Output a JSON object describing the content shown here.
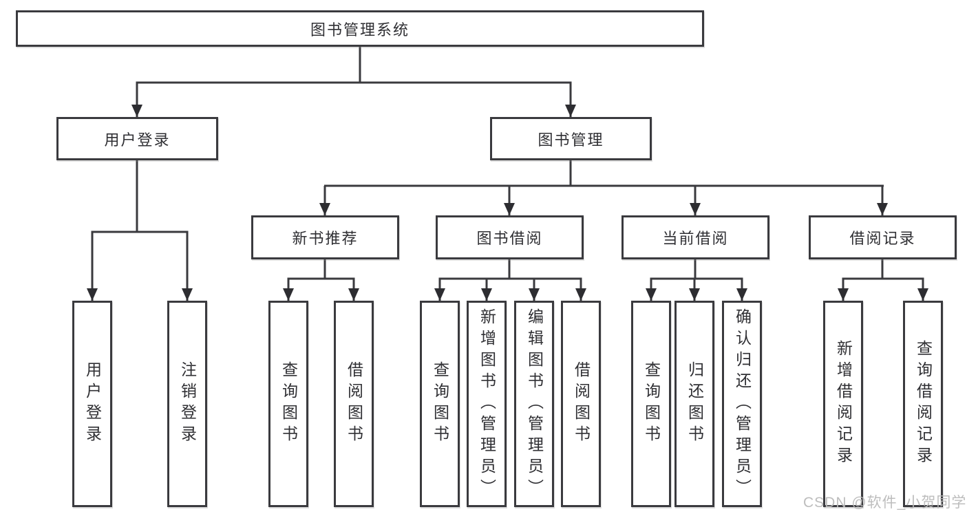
{
  "diagram_title": "图书管理系统",
  "colors": {
    "line": "#3a3a3e",
    "box_border": "#3a3a3e",
    "text": "#2f2f33",
    "watermark": "#b9b9b9",
    "background": "#ffffff"
  },
  "tree": {
    "root": {
      "label": "图书管理系统"
    },
    "children": [
      {
        "label": "用户登录",
        "children": [
          {
            "label": "用户登录"
          },
          {
            "label": "注销登录"
          }
        ]
      },
      {
        "label": "图书管理",
        "children": [
          {
            "label": "新书推荐",
            "children": [
              {
                "label": "查询图书"
              },
              {
                "label": "借阅图书"
              }
            ]
          },
          {
            "label": "图书借阅",
            "children": [
              {
                "label": "查询图书"
              },
              {
                "label": "新增图书（管理员）"
              },
              {
                "label": "编辑图书（管理员）"
              },
              {
                "label": "借阅图书"
              }
            ]
          },
          {
            "label": "当前借阅",
            "children": [
              {
                "label": "查询图书"
              },
              {
                "label": "归还图书"
              },
              {
                "label": "确认归还（管理员）"
              }
            ]
          },
          {
            "label": "借阅记录",
            "children": [
              {
                "label": "新增借阅记录"
              },
              {
                "label": "查询借阅记录"
              }
            ]
          }
        ]
      }
    ]
  },
  "watermark": {
    "text": "CSDN @软件_小贺同学"
  }
}
